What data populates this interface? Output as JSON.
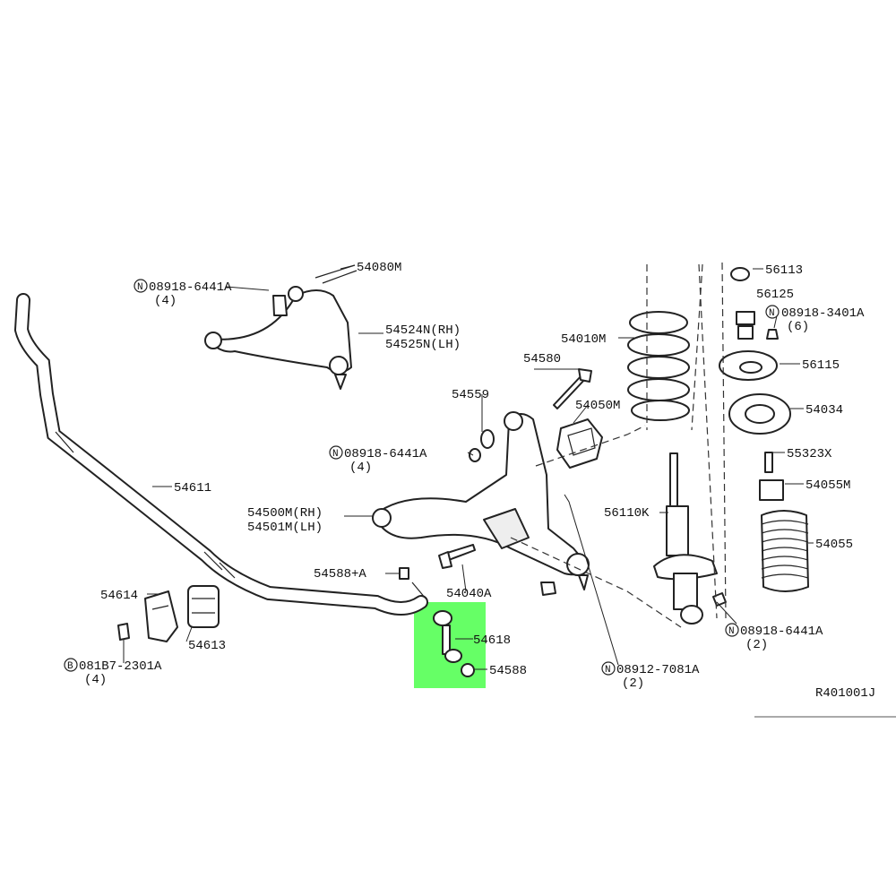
{
  "labels": {
    "p54080": "54080M",
    "p08918_top": "08918-6441A",
    "p08918_top_qty": "(4)",
    "p54524": "54524N(RH)",
    "p54525": "54525N(LH)",
    "p54010": "54010M",
    "p54580": "54580",
    "p54559": "54559",
    "p54050": "54050M",
    "p08918_mid": "08918-6441A",
    "p08918_mid_qty": "(4)",
    "p54611": "54611",
    "p54500": "54500M(RH)",
    "p54501": "54501M(LH)",
    "p56110": "56110K",
    "p54588a": "54588+A",
    "p54040": "54040A",
    "p54614": "54614",
    "p54613": "54613",
    "p54618": "54618",
    "p54588": "54588",
    "p081b7": "081B7-2301A",
    "p081b7_qty": "(4)",
    "p08912": "08912-7081A",
    "p08912_qty": "(2)",
    "p08918_low": "08918-6441A",
    "p08918_low_qty": "(2)",
    "p56113": "56113",
    "p56125": "56125",
    "p08918_34": "08918-3401A",
    "p08918_34_qty": "(6)",
    "p56115": "56115",
    "p54034": "54034",
    "p55323": "55323X",
    "p54055m": "54055M",
    "p54055": "54055",
    "ref_code": "R401001J"
  },
  "prefixes": {
    "n": "N",
    "b": "B"
  },
  "highlight": {
    "color": "#66ff66",
    "target_part": "54618"
  }
}
